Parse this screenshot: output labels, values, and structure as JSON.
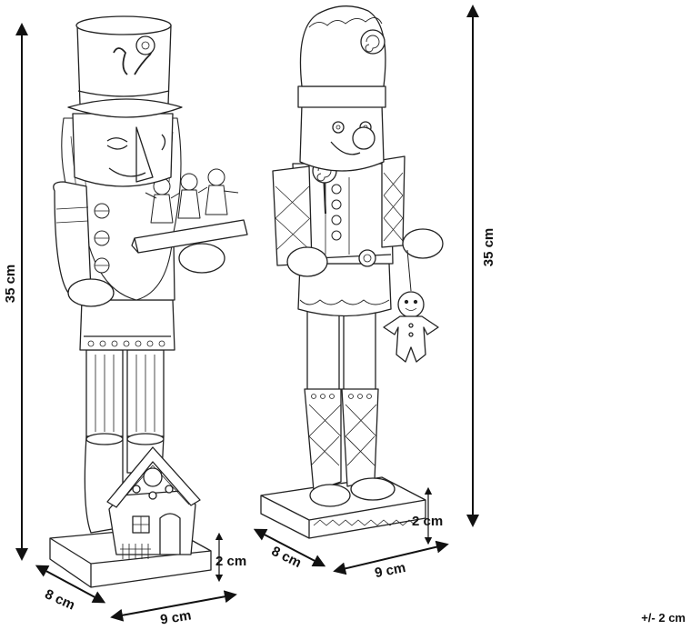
{
  "left_figure": {
    "height_label": "35 cm",
    "base_height_label": "2 cm",
    "depth_label": "8 cm",
    "width_label": "9 cm"
  },
  "right_figure": {
    "height_label": "35 cm",
    "base_height_label": "2 cm",
    "depth_label": "8 cm",
    "width_label": "9 cm"
  },
  "tolerance_label": "+/- 2 cm"
}
